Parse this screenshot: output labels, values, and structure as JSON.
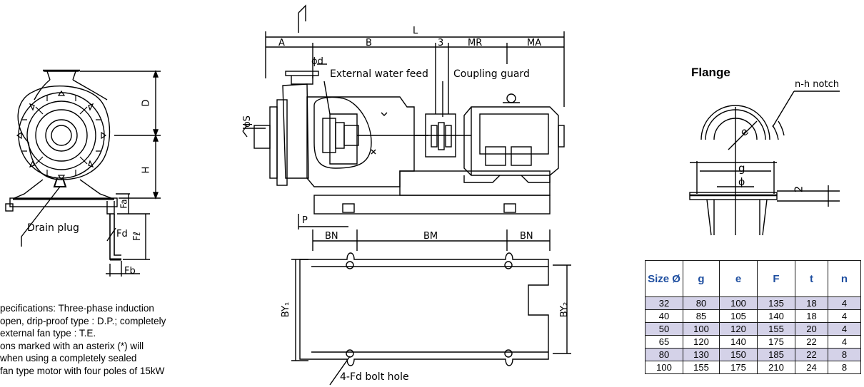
{
  "left_view": {
    "dim_D": "D",
    "dim_H": "H",
    "dim_Fa": "Fa",
    "dim_Fl": "Fℓ",
    "dim_Fd": "Fd",
    "dim_Fb": "Fb",
    "drain_plug": "Drain plug"
  },
  "notes": {
    "lines": [
      "pecifications: Three-phase induction",
      "open, drip-proof type : D.P.; completely",
      "external fan type : T.E.",
      "ons marked with an asterix (*) will",
      "when using a completely sealed",
      " fan type motor with four poles of 15kW"
    ]
  },
  "side_view": {
    "dim_L": "L",
    "dim_A": "A",
    "dim_B": "B",
    "dim_3": "3",
    "dim_MR": "MR",
    "dim_MA": "MA",
    "dim_phid": "ϕd",
    "dim_phiS": "ϕS",
    "external_water_feed": "External water feed",
    "coupling_guard": "Coupling guard",
    "dim_P": "P"
  },
  "base_view": {
    "dim_BN_left": "BN",
    "dim_BM": "BM",
    "dim_BN_right": "BN",
    "dim_BY1": "BY₁",
    "dim_BY2": "BY₂",
    "bolt_hole": "4-Fd bolt hole"
  },
  "flange": {
    "title": "Flange",
    "notch": "n-h notch",
    "dim_e": "e",
    "dim_g": "g",
    "dim_phi": "ϕ",
    "dim_2": "2"
  },
  "table": {
    "headers": [
      "Size Ø",
      "g",
      "e",
      "F",
      "t",
      "n"
    ],
    "rows": [
      [
        "32",
        "80",
        "100",
        "135",
        "18",
        "4"
      ],
      [
        "40",
        "85",
        "105",
        "140",
        "18",
        "4"
      ],
      [
        "50",
        "100",
        "120",
        "155",
        "20",
        "4"
      ],
      [
        "65",
        "120",
        "140",
        "175",
        "22",
        "4"
      ],
      [
        "80",
        "130",
        "150",
        "185",
        "22",
        "8"
      ],
      [
        "100",
        "155",
        "175",
        "210",
        "24",
        "8"
      ]
    ]
  }
}
